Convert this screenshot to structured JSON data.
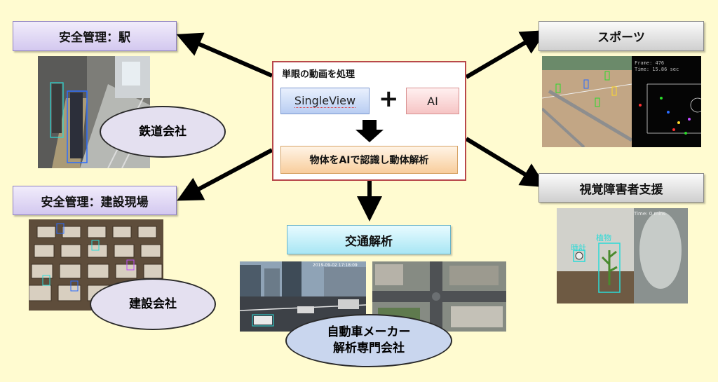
{
  "center": {
    "title": "単眼の動画を処理",
    "singleview": "SingleView",
    "plus": "+",
    "ai": "AI",
    "result": "物体をAIで認識し動体解析"
  },
  "nodes": {
    "station": {
      "label": "安全管理：駅",
      "company": "鉄道会社"
    },
    "construction": {
      "label": "安全管理：建設現場",
      "company": "建設会社"
    },
    "traffic": {
      "label": "交通解析",
      "company_line1": "自動車メーカー",
      "company_line2": "解析専門会社"
    },
    "sports": {
      "label": "スポーツ",
      "overlay_line1": "Frame: 476",
      "overlay_line2": "Time: 15.86 sec"
    },
    "vision": {
      "label": "視覚障害者支援",
      "overlay_time": "Time: 0 mins",
      "tag1": "時計",
      "tag2": "植物"
    }
  },
  "traffic_timestamp": "2019-09-02 17:18:09",
  "colors": {
    "background": "#fffbd0",
    "arrow": "#000000",
    "center_border": "#b8484a"
  }
}
